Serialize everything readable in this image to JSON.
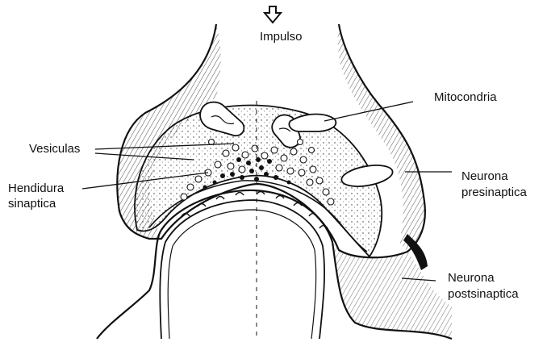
{
  "labels": {
    "impulse": "Impulso",
    "mitochondria": "Mitocondria",
    "vesicles": "Vesiculas",
    "cleft_line1": "Hendidura",
    "cleft_line2": "sinaptica",
    "pre_line1": "Neurona",
    "pre_line2": "presinaptica",
    "post_line1": "Neurona",
    "post_line2": "postsinaptica"
  },
  "colors": {
    "ink": "#111111",
    "background": "#ffffff"
  },
  "icons": {
    "impulse_arrow": "down-arrow-outline-icon"
  }
}
